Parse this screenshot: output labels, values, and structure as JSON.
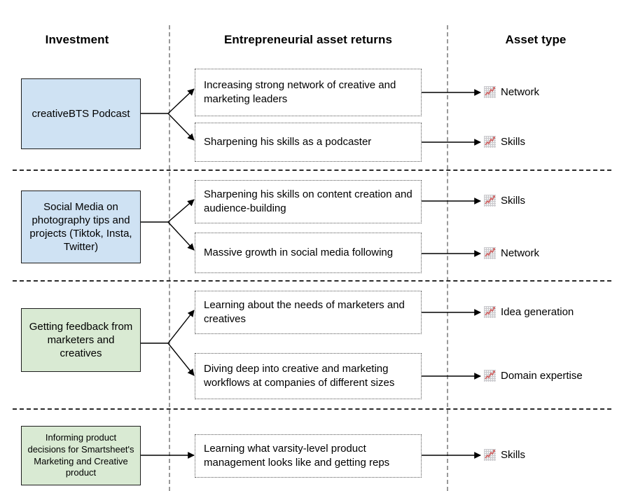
{
  "headers": {
    "investment": "Investment",
    "returns": "Entrepreneurial asset returns",
    "asset_type": "Asset type"
  },
  "colors": {
    "investment_blue": "#cfe2f3",
    "investment_green": "#d9ead3",
    "box_border": "#1d1d1d",
    "divider_gray": "#9a9a9a",
    "divider_dark": "#2b2b2b",
    "icon_line": "#d06060"
  },
  "icon": {
    "name": "chart-increasing-icon",
    "glyph": "chart-increasing"
  },
  "rows": [
    {
      "investment": "creativeBTS Podcast",
      "fill": "blue",
      "text_size": "normal",
      "returns": [
        {
          "text": "Increasing strong network of creative and marketing leaders",
          "asset_type": "Network"
        },
        {
          "text": "Sharpening his skills as a podcaster",
          "asset_type": "Skills"
        }
      ]
    },
    {
      "investment": "Social Media on photography tips and projects (Tiktok, Insta, Twitter)",
      "fill": "blue",
      "text_size": "normal",
      "returns": [
        {
          "text": "Sharpening his skills on content creation and audience-building",
          "asset_type": "Skills"
        },
        {
          "text": "Massive growth in social media following",
          "asset_type": "Network"
        }
      ]
    },
    {
      "investment": "Getting feedback from marketers and creatives",
      "fill": "green",
      "text_size": "normal",
      "returns": [
        {
          "text": "Learning about the needs of marketers and creatives",
          "asset_type": "Idea generation"
        },
        {
          "text": "Diving deep into creative and marketing workflows at companies of different sizes",
          "asset_type": "Domain expertise"
        }
      ]
    },
    {
      "investment": "Informing product decisions for Smartsheet's Marketing and Creative product",
      "fill": "green",
      "text_size": "small",
      "returns": [
        {
          "text": "Learning what varsity-level product management looks like and getting reps",
          "asset_type": "Skills"
        }
      ]
    }
  ]
}
